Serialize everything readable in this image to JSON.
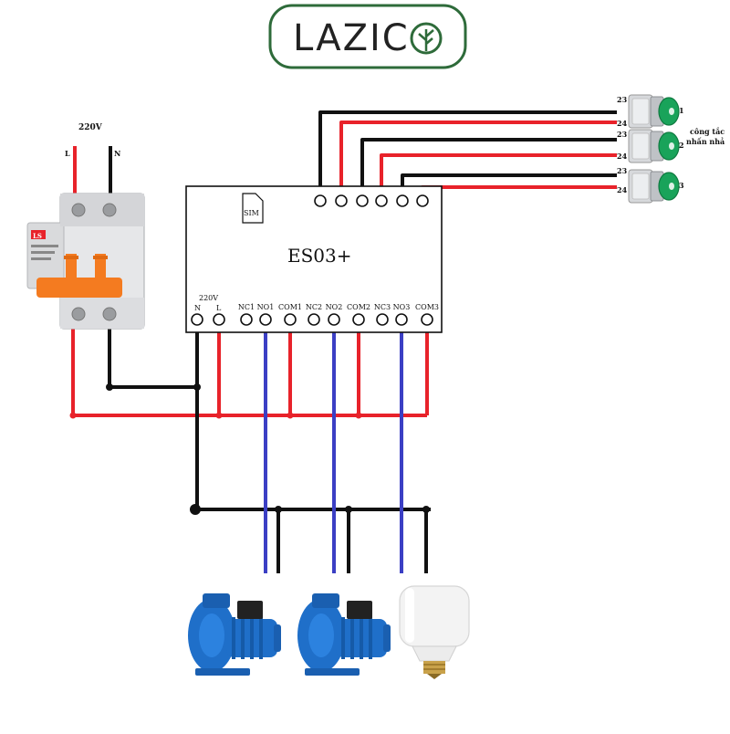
{
  "logo": {
    "text": "LAZIC"
  },
  "breaker": {
    "voltage_label": "220V",
    "l_label": "L",
    "n_label": "N",
    "brand_mark": "LS"
  },
  "controller": {
    "name": "ES03+",
    "sim_label": "SIM",
    "power_label": "220V",
    "power_terminals": [
      "N",
      "L"
    ],
    "terminal_labels": [
      "NC1",
      "NO1",
      "COM1",
      "NC2",
      "NO2",
      "COM2",
      "NC3",
      "NO3",
      "COM3"
    ]
  },
  "buttons": {
    "caption": [
      "công tắc",
      "nhấn nhả"
    ],
    "items": [
      {
        "number": "1",
        "pin_top": "23",
        "pin_bottom": "24"
      },
      {
        "number": "2",
        "pin_top": "23",
        "pin_bottom": "24"
      },
      {
        "number": "3",
        "pin_top": "23",
        "pin_bottom": "24"
      }
    ]
  },
  "colors": {
    "red": "#e8222a",
    "black": "#111111",
    "blue": "#3b3fc4",
    "logo_green": "#2e6b3a",
    "pump_blue": "#1f6fc9",
    "breaker_orange": "#f47b20"
  }
}
